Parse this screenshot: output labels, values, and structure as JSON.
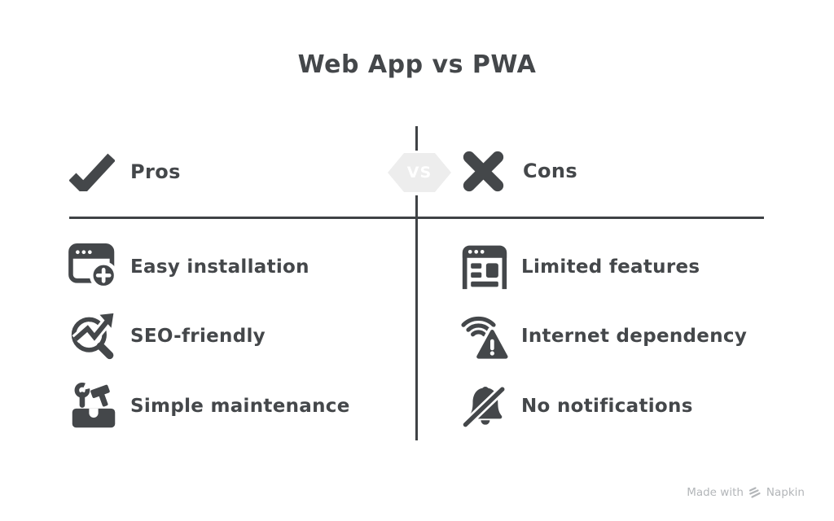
{
  "title": "Web App vs PWA",
  "badge": {
    "label": "VS"
  },
  "pros": {
    "label": "Pros",
    "icon": "check-icon",
    "items": [
      {
        "label": "Easy installation",
        "icon": "window-install-icon"
      },
      {
        "label": "SEO-friendly",
        "icon": "seo-magnifier-icon"
      },
      {
        "label": "Simple maintenance",
        "icon": "toolbox-icon"
      }
    ]
  },
  "cons": {
    "label": "Cons",
    "icon": "x-icon",
    "items": [
      {
        "label": "Limited features",
        "icon": "window-layout-icon"
      },
      {
        "label": "Internet dependency",
        "icon": "wifi-warning-icon"
      },
      {
        "label": "No notifications",
        "icon": "bell-slash-icon"
      }
    ]
  },
  "watermark": {
    "prefix": "Made with",
    "brand": "Napkin",
    "logo": "napkin-logo-icon"
  },
  "colors": {
    "ink": "#44474a",
    "line": "#3f4245",
    "badge_bg": "#ededed",
    "badge_text": "#ffffff",
    "watermark": "#b3b6b9",
    "background": "#ffffff"
  }
}
